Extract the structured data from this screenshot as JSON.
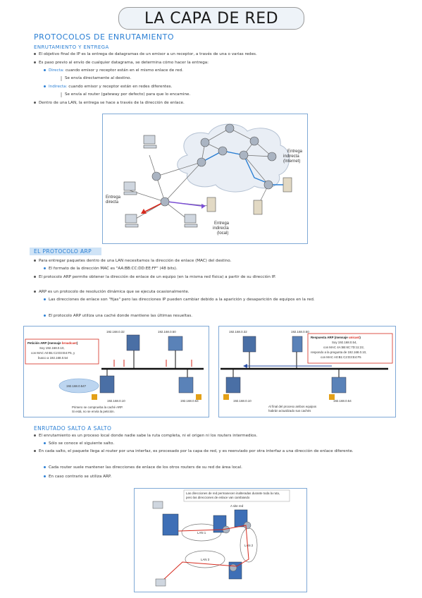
{
  "title": "LA CAPA DE RED",
  "sec1": {
    "heading": "PROTOCOLOS DE ENRUTAMIENTO",
    "sub": "ENRUTAMIENTO Y ENTREGA",
    "p1": "El objetivo final de IP es la entrega de datagramas de un emisor a un receptor, a través de una o varias redes.",
    "p2": "Es paso previo al envío de cualquier datagrama, se determina cómo hacer la entrega:",
    "b1_label": "Directa:",
    "b1_text": "cuando emisor y receptor están en el mismo enlace de red.",
    "b1_sub": "Se envía directamente al destino.",
    "b2_label": "Indirecta:",
    "b2_text": "cuando emisor y receptor están en redes diferentes.",
    "b2_sub": "Se envía al router (gateway por defecto) para que lo encamine.",
    "p3": "Dentro de una LAN, la entrega se hace a través de la dirección de enlace."
  },
  "fig1": {
    "label_indirect_internet": [
      "Entrega",
      "indirecta",
      "(Internet)"
    ],
    "label_direct": [
      "Entrega",
      "directa"
    ],
    "label_indirect_local": [
      "Entrega",
      "indirecta",
      "(local)"
    ]
  },
  "sec2": {
    "heading": "EL PROTOCOLO ARP",
    "p1": "Para entregar paquetes dentro de una LAN necesitamos la dirección de enlace (MAC) del destino.",
    "p1b": "El formato de la dirección MAC es \"AA:BB:CC:DD:EE:FF\" (48 bits).",
    "p2": "El protocolo ARP permite obtener la dirección de enlace de un equipo (en la misma red física) a partir de su dirección IP.",
    "p3": "ARP es un protocolo de resolución dinámica que se ejecuta ocasionalmente.",
    "b1": "Las direcciones de enlace son \"fijas\" pero las direcciones IP pueden cambiar debido a la aparición y desaparición de equipos en la red.",
    "b2": "El protocolo ARP utiliza una caché donde mantiene las últimas resueltas."
  },
  "arp_left": {
    "ip_top1": "192.168.0.32",
    "ip_top2": "192.168.0.50",
    "req_title": "Petición ARP (mensaje",
    "req_kw": "broadcast",
    "req_l1": "Soy 192.168.0.10,",
    "req_l2": "con MAC A0:B1:C2:D3:E4:F5, y",
    "req_l3": "busco a 192.168.0.54",
    "cloud": "192.168.0.54?",
    "ip_bot1": "192.168.0.10",
    "ip_bot2": "192.168.0.54",
    "note1": "Primero se comprueba la caché ARP.",
    "note2": "Si está, no se envía la petición."
  },
  "arp_right": {
    "ip_top1": "192.168.0.32",
    "ip_top2": "192.168.0.50",
    "resp_title": "Respuesta ARP (mensaje",
    "resp_kw": "unicast",
    "resp_l1": "Soy 192.168.0.54,",
    "resp_l2": "con MAC 4A:5B:6C:7D:11:22,",
    "resp_l3": "respondo a la pregunta de 192.168.0.10,",
    "resp_l4": "con MAC A0:B1:C2:D3:E4:F5",
    "ip_bot1": "192.168.0.10",
    "ip_bot2": "192.168.0.54",
    "note1": "Al final del proceso ambos equipos",
    "note2": "habrán actualizado sus cachés"
  },
  "sec3": {
    "heading": "ENRUTADO SALTO A SALTO",
    "p1": "El enrutamiento es un proceso local donde nadie sabe la ruta completa, ni el origen ni los routers intermedios.",
    "p1b": "Sólo se conoce el siguiente salto.",
    "p2": "En cada salto, el paquete llega al router por una interfaz, es procesado por la capa de red, y es reenviado por otra interfaz a una dirección de enlace diferente.",
    "b1": "Cada router suele mantener las direcciones de enlace de los otros routers de su red de área local.",
    "b2": "En caso contrario se utiliza ARP."
  },
  "fig3": {
    "note1": "Las direcciones de red permanecen inalteradas durante toda la ruta,",
    "note2": "pero las direcciones de enlace van cambiando",
    "lan1": "LAN 1",
    "lan2": "LAN 2",
    "lan3": "LAN 3",
    "dir_enlace": "A site red"
  }
}
